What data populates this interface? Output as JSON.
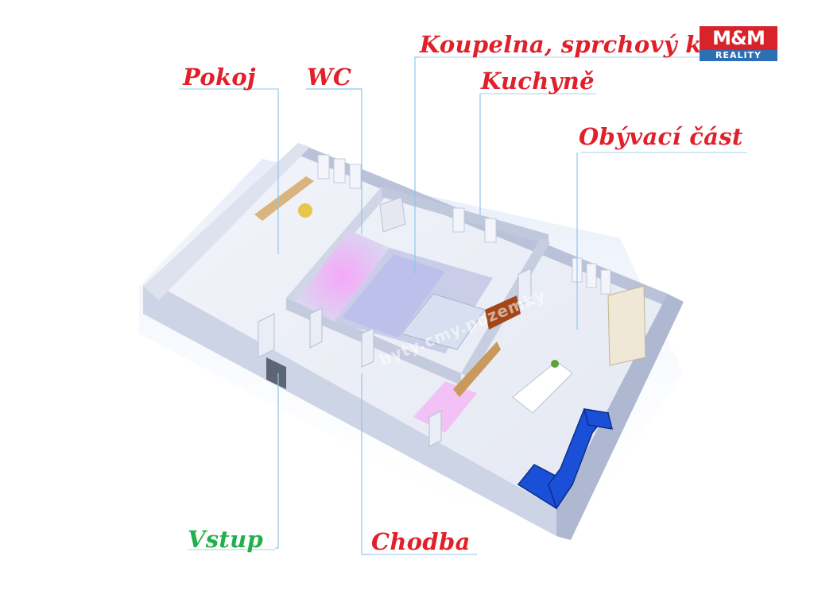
{
  "labels": {
    "pokoj": "Pokoj",
    "wc": "WC",
    "koupelna": "Koupelna, sprchový kout",
    "kuchyne": "Kuchyně",
    "obyvaci": "Obývací část",
    "vstup": "Vstup",
    "chodba": "Chodba"
  },
  "logo": {
    "top": "M&M",
    "bottom": "REALITY",
    "brand_red": "#d8232a",
    "brand_blue": "#2c6fb5"
  },
  "watermark": "byty.cmy.pozemky",
  "colors": {
    "label_red": "#e0202a",
    "label_green": "#22b04a",
    "leader_line": "#8fc6e8",
    "bathroom_light": "#e85cf0",
    "sofa": "#1a4fd8"
  }
}
